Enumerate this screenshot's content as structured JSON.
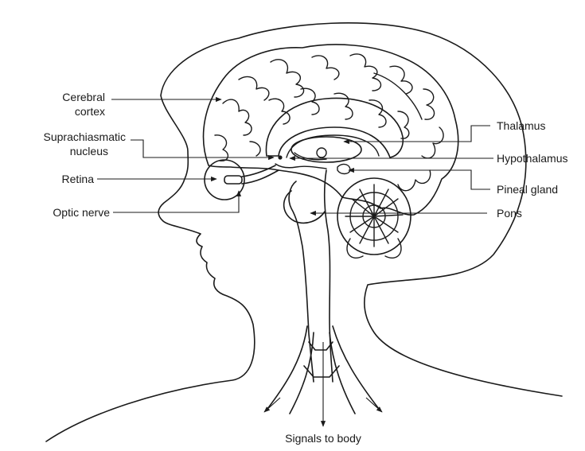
{
  "labels": {
    "cerebral_cortex_line1": "Cerebral",
    "cerebral_cortex_line2": "cortex",
    "scn_line1": "Suprachiasmatic",
    "scn_line2": "nucleus",
    "retina": "Retina",
    "optic_nerve": "Optic nerve",
    "thalamus": "Thalamus",
    "hypothalamus": "Hypothalamus",
    "pineal_gland": "Pineal gland",
    "pons": "Pons",
    "signals_to_body": "Signals to body"
  },
  "colors": {
    "ink": "#1a1a1a",
    "background": "#ffffff"
  }
}
